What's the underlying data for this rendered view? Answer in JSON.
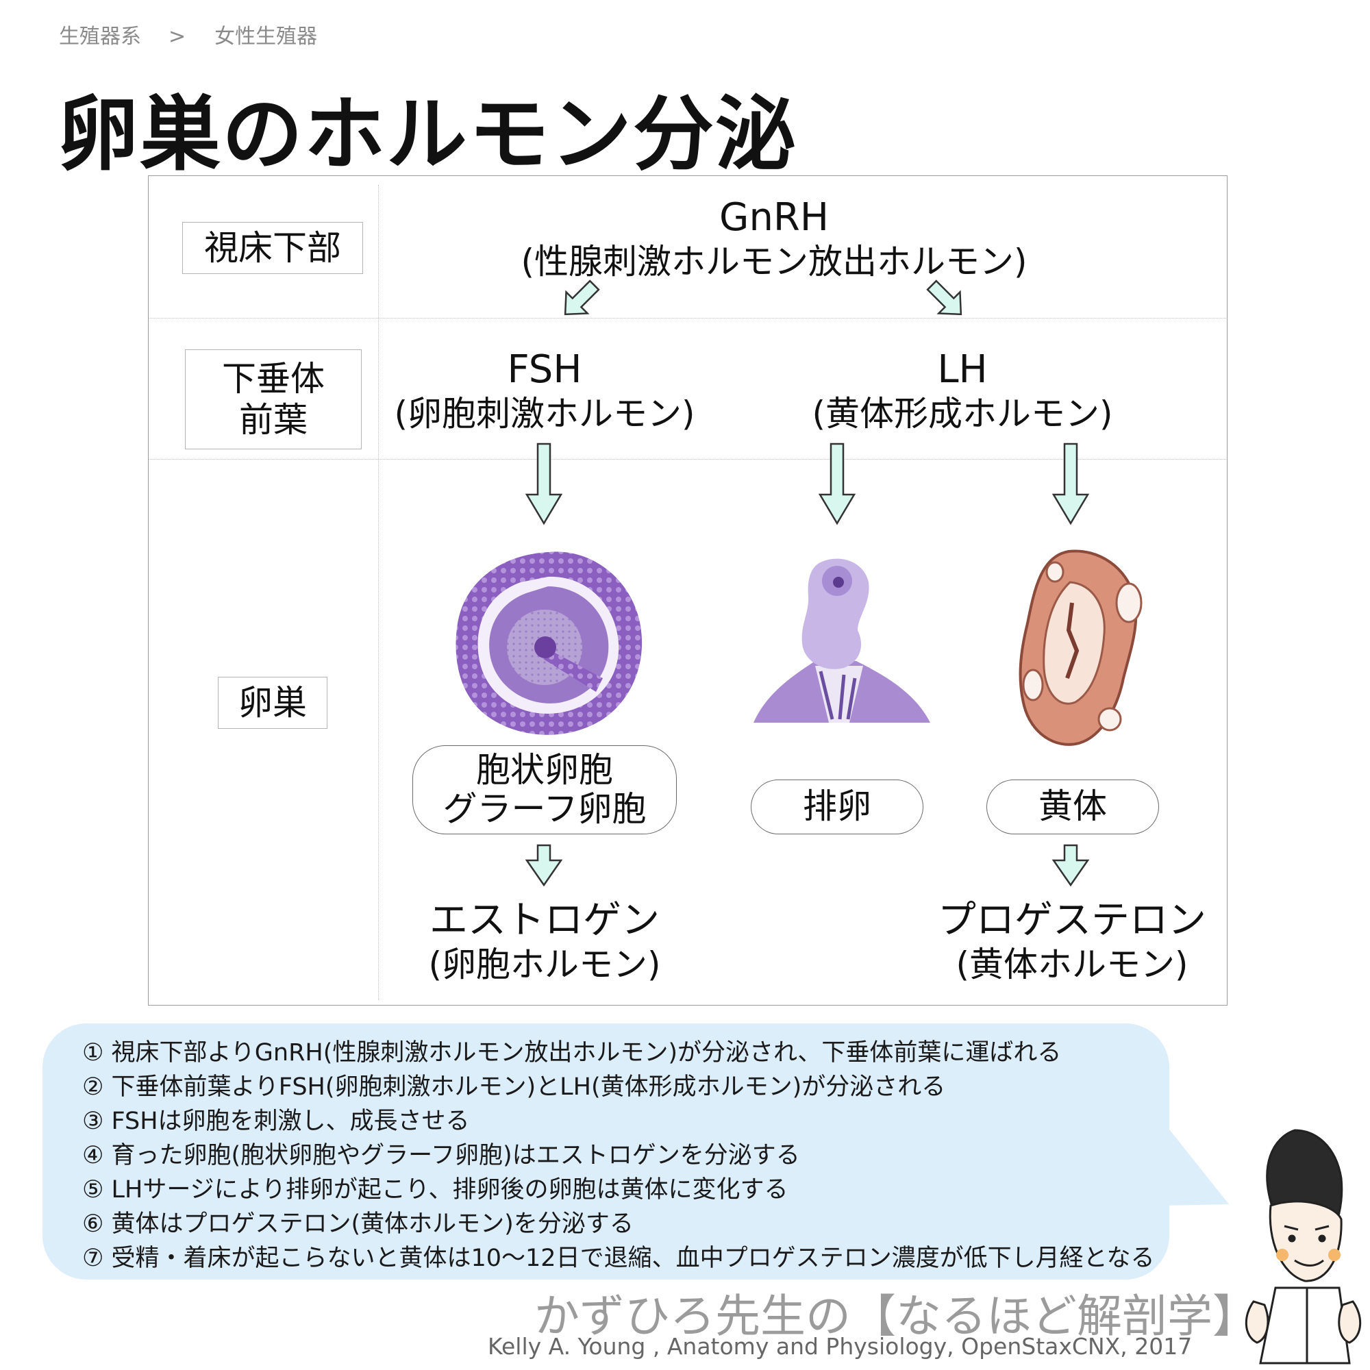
{
  "breadcrumb": {
    "parent": "生殖器系",
    "separator": ">",
    "current": "女性生殖器"
  },
  "page_title": "卵巣のホルモン分泌",
  "diagram": {
    "rows": {
      "hypothalamus": "視床下部",
      "pituitary_line1": "下垂体",
      "pituitary_line2": "前葉",
      "ovary": "卵巣"
    },
    "gnrh": {
      "name": "GnRH",
      "full": "(性腺刺激ホルモン放出ホルモン)"
    },
    "fsh": {
      "name": "FSH",
      "full": "(卵胞刺激ホルモン)"
    },
    "lh": {
      "name": "LH",
      "full": "(黄体形成ホルモン)"
    },
    "stages": {
      "follicle_line1": "胞状卵胞",
      "follicle_line2": "グラーフ卵胞",
      "ovulation": "排卵",
      "corpus_luteum": "黄体"
    },
    "outputs": {
      "estrogen": "エストロゲン",
      "estrogen_sub": "(卵胞ホルモン)",
      "progesterone": "プロゲステロン",
      "progesterone_sub": "(黄体ホルモン)"
    },
    "illustration_names": [
      "antral-follicle",
      "ovulation",
      "corpus-luteum",
      "doctor-caricature"
    ],
    "colors": {
      "arrow_fill": "#d8f7ef",
      "follicle_purple": "#8a5fc0",
      "corpus_luteum_pink": "#e3a38c",
      "note_background": "#ddeefb"
    }
  },
  "notes": [
    "① 視床下部よりGnRH(性腺刺激ホルモン放出ホルモン)が分泌され、下垂体前葉に運ばれる",
    "② 下垂体前葉よりFSH(卵胞刺激ホルモン)とLH(黄体形成ホルモン)が分泌される",
    "③ FSHは卵胞を刺激し、成長させる",
    "④ 育った卵胞(胞状卵胞やグラーフ卵胞)はエストロゲンを分泌する",
    "⑤ LHサージにより排卵が起こり、排卵後の卵胞は黄体に変化する",
    "⑥ 黄体はプロゲステロン(黄体ホルモン)を分泌する",
    "⑦ 受精・着床が起こらないと黄体は10〜12日で退縮、血中プロゲステロン濃度が低下し月経となる"
  ],
  "brand": "かずひろ先生の【なるほど解剖学】",
  "credit": "Kelly A. Young , Anatomy and Physiology, OpenStaxCNX, 2017"
}
